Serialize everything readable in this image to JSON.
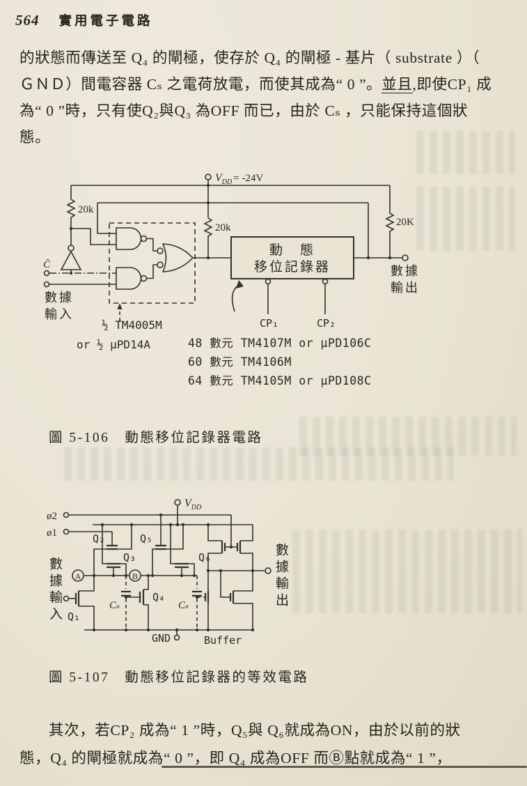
{
  "page_header": {
    "page_number": "564",
    "book_title": "實用電子電路"
  },
  "paragraph_top": {
    "line1": "的狀態而傳送至 Q₄ 的閘極，使存於 Q₄ 的閘極 - 基片（ substrate ）（",
    "line2_pre": "ＧＮＤ）間電容器 Cₛ 之電荷放電，而使其成為“ 0 ”。",
    "line2_em": "並且",
    "line2_post": ",即使CP₁ 成",
    "line3": "為“ 0 ”時，只有使Q₂與Q₃ 為OFF 而已，由於 Cₛ ，只能保持這個狀",
    "line4": "態。"
  },
  "figure_106": {
    "labels": {
      "vdd_main": "V",
      "vdd_sub": "DD",
      "vdd_value": "= -24V",
      "r_left": "20k",
      "r_mid": "20k",
      "r_right": "20K",
      "c_bar": "C̄",
      "data_in_line1": "數據",
      "data_in_line2": "輸入",
      "box_line1": "動　態",
      "box_line2": "移位記錄器",
      "cp1": "CP₁",
      "cp2": "CP₂",
      "data_out_line1": "數據",
      "data_out_line2": "輸出",
      "gate_chip_line1": "½ TM4005M",
      "gate_chip_line2": "or ½ μPD14A"
    },
    "parts_list": [
      "48 數元 TM4107M or μPD106C",
      "60 數元 TM4106M",
      "64 數元 TM4105M or μPD108C"
    ],
    "caption": "圖 5-106　動態移位記錄器電路"
  },
  "figure_107": {
    "labels": {
      "vdd_main": "V",
      "vdd_sub": "DD",
      "phi2": "ø2",
      "phi1": "ø1",
      "q1": "Q₁",
      "q2": "Q₂",
      "q3": "Q₃",
      "q4": "Q₄",
      "q5": "Q₅",
      "q6": "Q₆",
      "node_a": "A",
      "node_b": "B",
      "cs": "Cₛ",
      "gnd": "GND",
      "buffer": "Buffer",
      "data_in": "數據輸入",
      "data_out": "數據輸出"
    },
    "caption": "圖 5-107　動態移位記錄器的等效電路"
  },
  "paragraph_bottom": {
    "line1": "其次，若CP₂ 成為“ 1 ”時，Q₅與 Q₆就成為ON，由於以前的狀",
    "line2": "態，Q₄ 的閘極就成為“ 0 ”，即 Q₄ 成為OFF 而Ⓑ點就成為“ 1 ”，"
  }
}
